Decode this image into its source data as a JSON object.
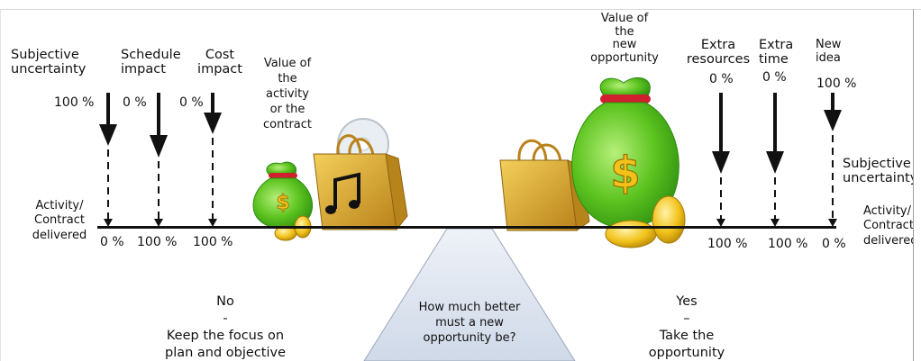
{
  "left": {
    "subjective_uncertainty": "Subjective\nuncertainty",
    "schedule_impact": "Schedule\nimpact",
    "cost_impact": "Cost\nimpact",
    "value_activity": "Value of\nthe\nactivity\nor the\ncontract",
    "top_pcts": [
      "100 %",
      "0 %",
      "0 %"
    ],
    "delivered": "Activity/\nContract\ndelivered",
    "bottom_pcts": [
      "0 %",
      "100 %",
      "100 %"
    ]
  },
  "right": {
    "value_new": "Value of\nthe\nnew\nopportunity",
    "extra_resources": "Extra\nresources",
    "extra_time": "Extra\ntime",
    "new_idea": "New\nidea",
    "top_pcts": [
      "0 %",
      "0 %",
      "100 %"
    ],
    "subjective_uncertainty": "Subjective\nuncertainty",
    "delivered": "Activity/\nContract\ndelivered",
    "bottom_pcts": [
      "100 %",
      "100 %",
      "0 %"
    ]
  },
  "bottom": {
    "no": "No\n-\nKeep the focus on\nplan and objective",
    "question": "How much better\nmust a new\nopportunity be?",
    "yes": "Yes\n–\nTake the\nopportunity"
  },
  "colors": {
    "bag_green": "#5cc31f",
    "bag_green_dark": "#2d8c10",
    "tie_red": "#d01f2e",
    "gold": "#f2c21b",
    "shopping_bag": "#d9a323",
    "fulcrum": "#dde5f0"
  }
}
